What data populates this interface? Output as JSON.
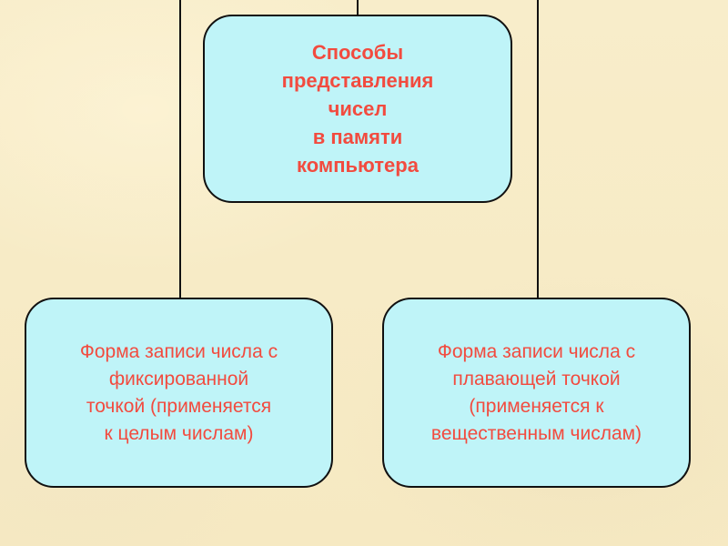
{
  "diagram": {
    "root": {
      "label": "Способы\nпредставления\nчисел\nв памяти\nкомпьютера"
    },
    "children": [
      {
        "label": "Форма записи числа с\nфиксированной\nточкой (применяется\nк целым числам)"
      },
      {
        "label": "Форма записи числа с\nплавающей точкой\n(применяется к\nвещественным числам)"
      }
    ]
  },
  "colors": {
    "background": "#f7ebc4",
    "box_fill": "#bff4f8",
    "box_text": "#f24b3f",
    "line": "#111111"
  }
}
